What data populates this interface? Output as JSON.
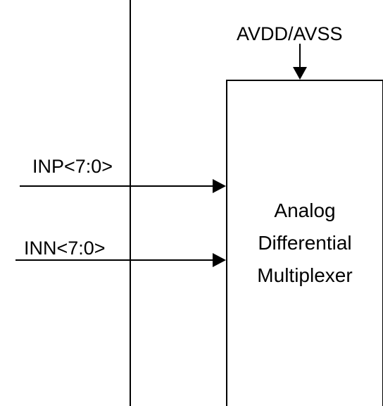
{
  "block": {
    "lines": [
      "Analog",
      "Differential",
      "Multiplexer"
    ]
  },
  "supply": {
    "label": "AVDD/AVSS"
  },
  "inputs": {
    "inp": "INP<7:0>",
    "inn": "INN<7:0>"
  },
  "colors": {
    "stroke": "#000000",
    "background": "#ffffff"
  }
}
